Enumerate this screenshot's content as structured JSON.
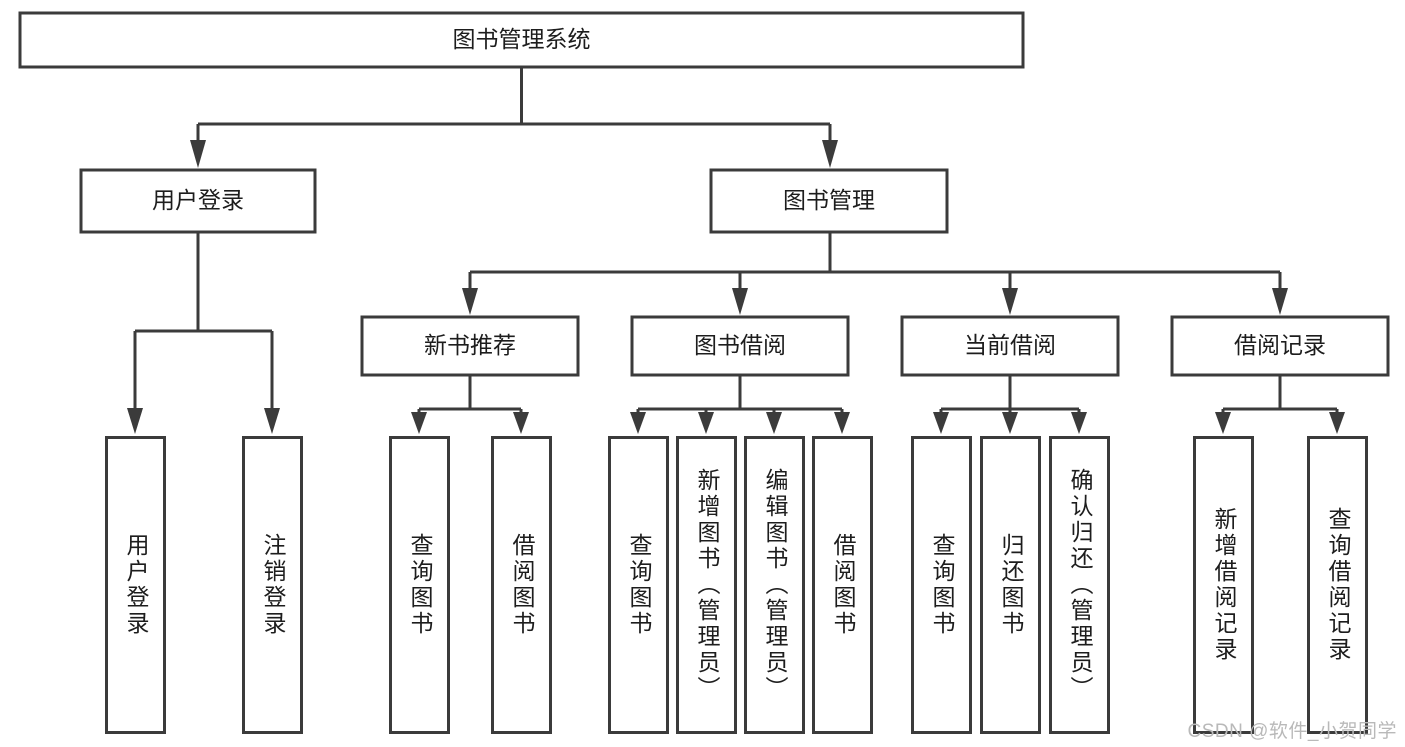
{
  "diagram": {
    "type": "tree-hierarchy",
    "title": "图书管理系统",
    "watermark": "CSDN @软件_小贺同学",
    "colors": {
      "box_stroke": "#3b3b3b",
      "box_fill": "#ffffff",
      "text": "#1d1d1d",
      "connector": "#3b3b3b",
      "watermark": "#b9b9b9",
      "background": "#ffffff"
    },
    "levels": {
      "root": {
        "label": "图书管理系统"
      },
      "level2": [
        {
          "label": "用户登录"
        },
        {
          "label": "图书管理"
        }
      ],
      "level3": [
        {
          "label": "新书推荐"
        },
        {
          "label": "图书借阅"
        },
        {
          "label": "当前借阅"
        },
        {
          "label": "借阅记录"
        }
      ]
    },
    "leaves": {
      "user_login": [
        {
          "label": "用户登录"
        },
        {
          "label": "注销登录"
        }
      ],
      "new_book_recommend": [
        {
          "label": "查询图书"
        },
        {
          "label": "借阅图书"
        }
      ],
      "book_borrow": [
        {
          "label": "查询图书"
        },
        {
          "label": "新增图书（管理员）"
        },
        {
          "label": "编辑图书（管理员）"
        },
        {
          "label": "借阅图书"
        }
      ],
      "current_borrow": [
        {
          "label": "查询图书"
        },
        {
          "label": "归还图书"
        },
        {
          "label": "确认归还（管理员）"
        }
      ],
      "borrow_record": [
        {
          "label": "新增借阅记录"
        },
        {
          "label": "查询借阅记录"
        }
      ]
    }
  }
}
